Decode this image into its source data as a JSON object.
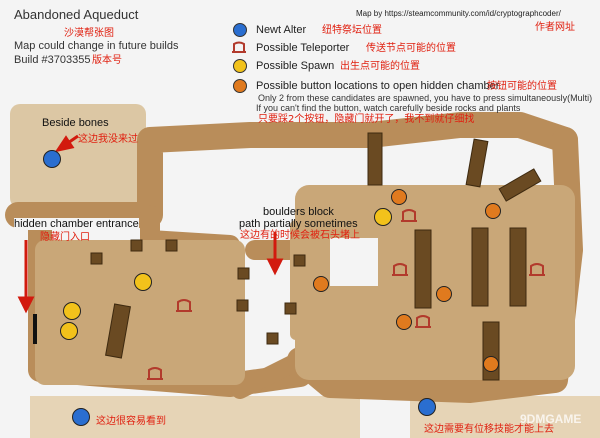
{
  "header": {
    "title": "Abandoned Aqueduct",
    "title_note": "沙漠帮张图",
    "subtitle": "Map could change in future builds",
    "build": "Build #3703355",
    "build_note": "版本号",
    "credit": "Map by https://steamcommunity.com/id/cryptographcoder/",
    "credit_note": "作者网址"
  },
  "legend": {
    "alter": {
      "label": "Newt Alter",
      "note": "纽特祭坛位置",
      "color": "#2a6ed0"
    },
    "teleporter": {
      "label": "Possible Teleporter",
      "note": "传送节点可能的位置",
      "color": "#b23a2c"
    },
    "spawn": {
      "label": "Possible Spawn",
      "note": "出生点可能的位置",
      "color": "#f2c21b"
    },
    "button": {
      "label": "Possible button locations to open hidden chamber",
      "note": "按钮可能的位置",
      "color": "#e07a1e"
    },
    "button_info_1": "Only 2 from these candidates are spawned, you have to press simultaneously(Multi)",
    "button_info_2": "If you can't find the button, watch carefully  beside rocks and plants",
    "button_info_note": "只要踩2个按钮，隐藏门就开了，我不到就仔细找"
  },
  "annotations": {
    "beside_bones": "Beside bones",
    "beside_bones_note": "这边我没来过",
    "hidden_chamber": "hidden chamber entrance",
    "hidden_chamber_note": "隐藏门入口",
    "boulders_1": "boulders block",
    "boulders_2": "path partially sometimes",
    "boulders_note": "这边有的时候会被石头堵上",
    "bottom_left_note": "这边很容易看到",
    "bottom_right_note": "这边需要有位移技能才能上去"
  },
  "watermark": "9DMGAME",
  "colors": {
    "map_dark": "#b98d5a",
    "map_light": "#dcc7a4",
    "rock": "#6a4a22"
  }
}
